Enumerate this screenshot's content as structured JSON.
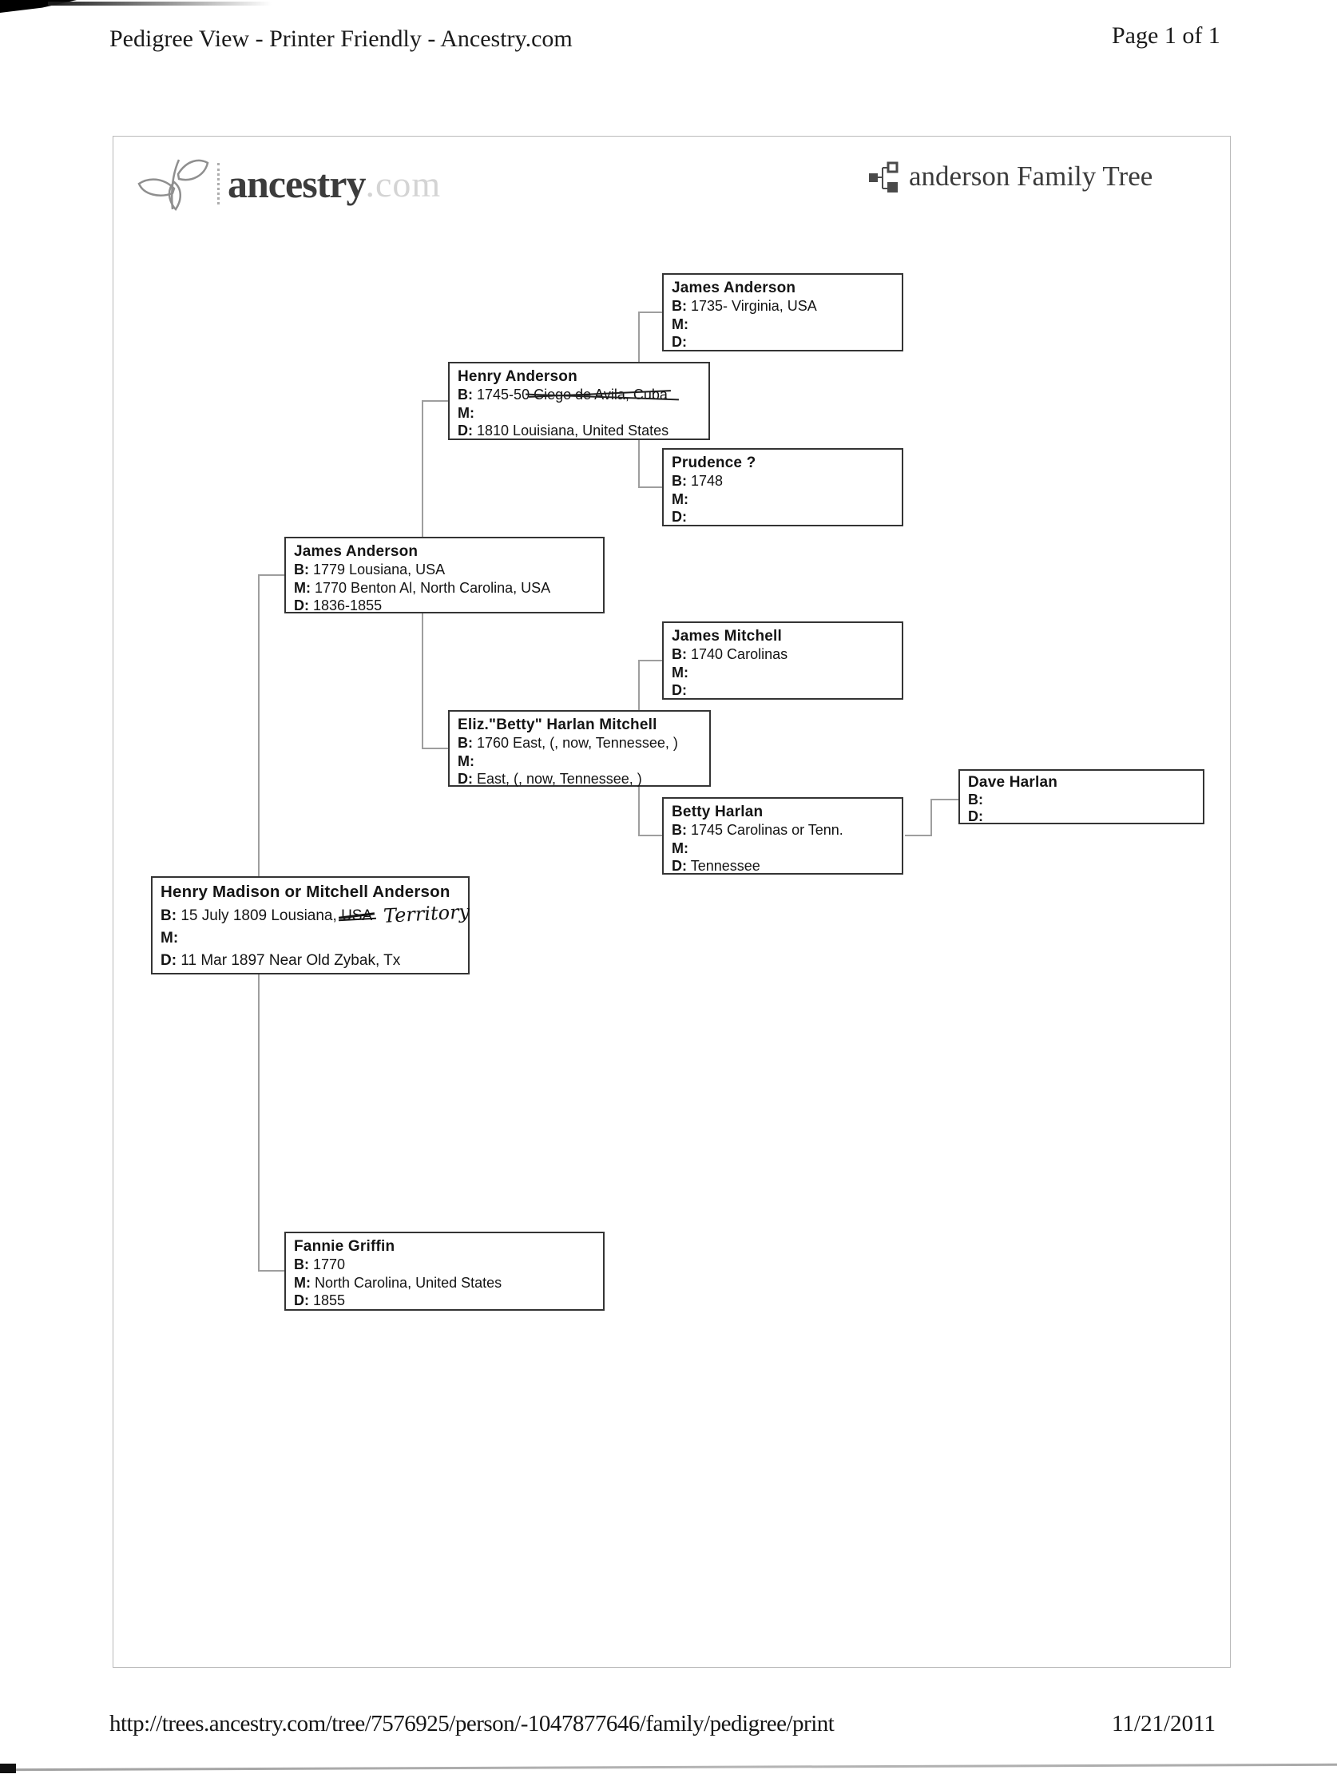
{
  "page": {
    "header_title": "Pedigree View - Printer Friendly - Ancestry.com",
    "page_number": "Page 1 of 1",
    "footer_url": "http://trees.ancestry.com/tree/7576925/person/-1047877646/family/pedigree/print",
    "footer_date": "11/21/2011"
  },
  "branding": {
    "logo_word": "ancestry",
    "logo_suffix": ".com",
    "logo_icon": "leaf-sprig-icon",
    "tree_title": "anderson Family Tree",
    "tree_icon": "pedigree-icon"
  },
  "labels": {
    "b": "B:",
    "m": "M:",
    "d": "D:"
  },
  "colors": {
    "logo_text": "#3c3c3c",
    "logo_suffix": "#d4d4d4",
    "box_border": "#343434",
    "connector": "#9e9e9e"
  },
  "people": {
    "james_anderson_sr": {
      "name": "James Anderson",
      "b": "1735- Virginia, USA",
      "m": "",
      "d": ""
    },
    "henry_anderson": {
      "name": "Henry Anderson",
      "b_prefix": "1745-50 ",
      "b_struck": "Ciego de Avila, Cuba",
      "m": "",
      "d": "1810 Louisiana, United States"
    },
    "prudence": {
      "name": "Prudence ?",
      "b": "1748",
      "m": "",
      "d": ""
    },
    "james_anderson_jr": {
      "name": "James Anderson",
      "b": "1779 Lousiana, USA",
      "m": "1770 Benton Al, North Carolina, USA",
      "d": "1836-1855"
    },
    "james_mitchell": {
      "name": "James Mitchell",
      "b": "1740 Carolinas",
      "m": "",
      "d": ""
    },
    "eliz_betty": {
      "name": "Eliz.\"Betty\" Harlan Mitchell",
      "b": "1760 East, (, now, Tennessee, )",
      "m": "",
      "d": "East, (, now, Tennessee, )"
    },
    "dave_harlan": {
      "name": "Dave Harlan",
      "b": "",
      "d": ""
    },
    "betty_harlan": {
      "name": "Betty Harlan",
      "b": "1745 Carolinas or Tenn.",
      "m": "",
      "d": "Tennessee"
    },
    "henry_madison": {
      "name": "Henry Madison or Mitchell Anderson",
      "b_prefix": "15 July 1809 Lousiana, ",
      "b_struck": "USA",
      "b_handwritten": "Territory",
      "m": "",
      "d": "11 Mar 1897 Near Old Zybak, Tx"
    },
    "fannie_griffin": {
      "name": "Fannie Griffin",
      "b": "1770",
      "m": "North Carolina, United States",
      "d": "1855"
    }
  }
}
